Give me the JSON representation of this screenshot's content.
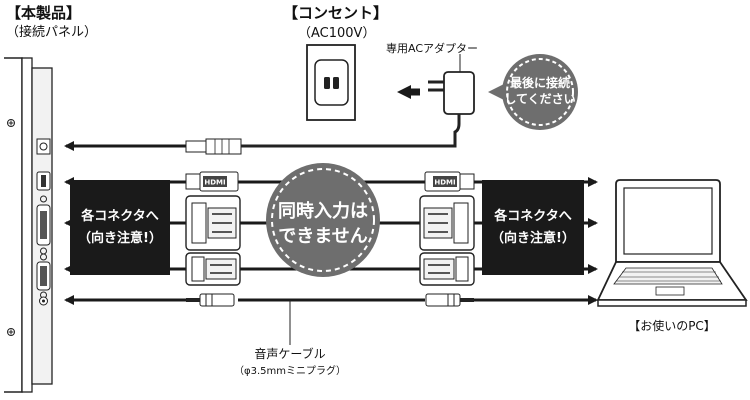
{
  "product": {
    "title": "【本製品】",
    "subtitle": "（接続パネル）"
  },
  "outlet": {
    "title": "【コンセント】",
    "voltage": "（AC100V）"
  },
  "adapter": {
    "label": "専用ACアダプター"
  },
  "connect_last_bubble": {
    "line1": "最後に接続",
    "line2": "してください"
  },
  "simultaneous_bubble": {
    "line1": "同時入力は",
    "line2": "できません"
  },
  "left_box": {
    "line1": "各コネクタへ",
    "line2": "（向き注意!）"
  },
  "right_box": {
    "line1": "各コネクタへ",
    "line2": "（向き注意!）"
  },
  "hdmi": {
    "label": "HDMI"
  },
  "audio_cable": {
    "label": "音声ケーブル",
    "sublabel": "（φ3.5mmミニプラグ）"
  },
  "pc": {
    "label": "【お使いのPC】"
  },
  "colors": {
    "dark": "#1a1a1a",
    "bubble": "#6e6e6e",
    "panel": "#f2f2f2"
  }
}
